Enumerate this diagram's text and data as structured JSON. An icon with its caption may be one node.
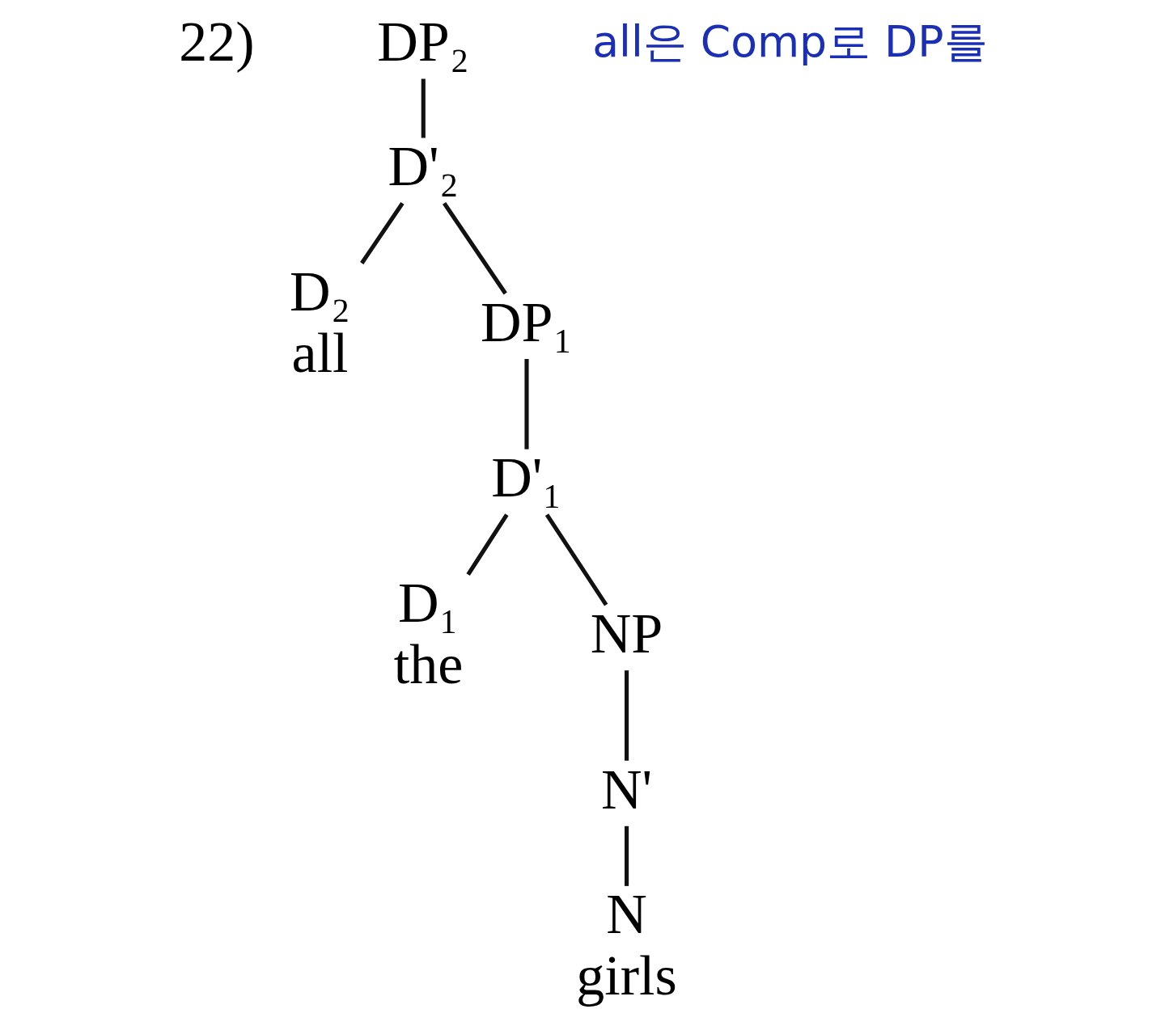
{
  "diagram": {
    "nodes": [
      {
        "text": [
          "DP₂"
        ]
      },
      {
        "text": [
          "D'₂"
        ]
      },
      {
        "text": [
          "D₂",
          "all"
        ]
      },
      {
        "text": [
          "DP₁"
        ]
      },
      {
        "text": [
          "D'₁"
        ]
      },
      {
        "text": [
          "D₁",
          "the"
        ]
      },
      {
        "text": [
          "NP"
        ]
      },
      {
        "text": [
          "N'"
        ]
      },
      {
        "text": [
          "N",
          "girls"
        ]
      }
    ],
    "edges": [
      {
        "from": 0,
        "to": 1,
        "arrow": "none"
      },
      {
        "from": 1,
        "to": 2,
        "arrow": "none"
      },
      {
        "from": 1,
        "to": 3,
        "arrow": "none"
      },
      {
        "from": 3,
        "to": 4,
        "arrow": "none"
      },
      {
        "from": 4,
        "to": 5,
        "arrow": "none"
      },
      {
        "from": 4,
        "to": 6,
        "arrow": "none"
      },
      {
        "from": 6,
        "to": 7,
        "arrow": "none"
      },
      {
        "from": 7,
        "to": 8,
        "arrow": "none"
      }
    ],
    "labels": [
      "22)",
      "all은 Comp로 DP를"
    ]
  }
}
